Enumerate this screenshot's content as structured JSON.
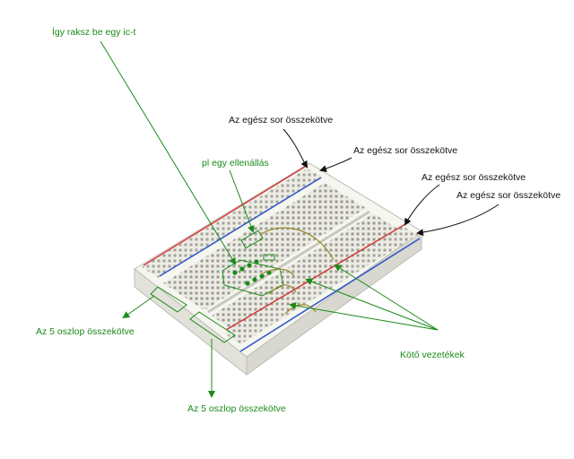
{
  "labels": {
    "ic_hint": "Így raksz be egy ic-t",
    "row_connected_1": "Az egész sor összekötve",
    "row_connected_2": "Az egész sor összekötve",
    "row_connected_3": "Az egész sor összekötve",
    "row_connected_4": "Az egész sor összekötve",
    "resistor_hint": "pl egy ellenállás",
    "columns_left": "Az 5 oszlop összekötve",
    "columns_bottom": "Az 5 oszlop összekötve",
    "wires": "Kötő vezetékek"
  },
  "colors": {
    "annotation_green": "#1a8a1a",
    "annotation_black": "#111111",
    "board": "#f4f4ee",
    "rail_red": "#d23a3a",
    "rail_blue": "#2d55c8",
    "wire": "#9a8a2a"
  }
}
